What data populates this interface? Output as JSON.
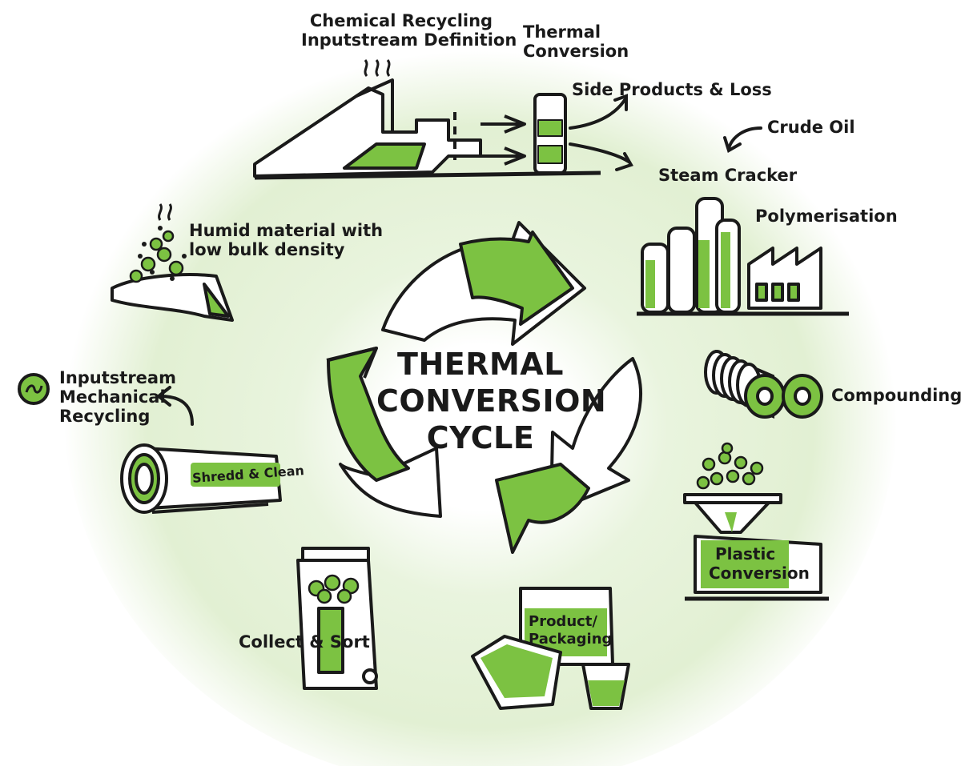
{
  "center": {
    "lines": [
      "THERMAL",
      "CONVERSION",
      "CYCLE"
    ]
  },
  "labels": {
    "chem_line1": "Chemical Recycling",
    "chem_line2": "Inputstream Definition",
    "thermal_line1": "Thermal",
    "thermal_line2": "Conversion",
    "side_products": "Side Products & Loss",
    "crude_oil": "Crude Oil",
    "steam_cracker": "Steam Cracker",
    "polymerisation": "Polymerisation",
    "compounding": "Compounding",
    "humid_line1": "Humid material with",
    "humid_line2": "low bulk density",
    "mech_line1": "Inputstream",
    "mech_line2": "Mechanical",
    "mech_line3": "Recycling",
    "shredd_clean": "Shredd & Clean",
    "plastic_line1": "Plastic",
    "plastic_line2": "Conversion",
    "product_line1": "Product/",
    "product_line2": "Packaging",
    "collect_sort": "Collect & Sort"
  },
  "colors": {
    "accent_green": "#7cc242",
    "background_glow": "#e4f2d6",
    "ink": "#1a1a1a"
  }
}
